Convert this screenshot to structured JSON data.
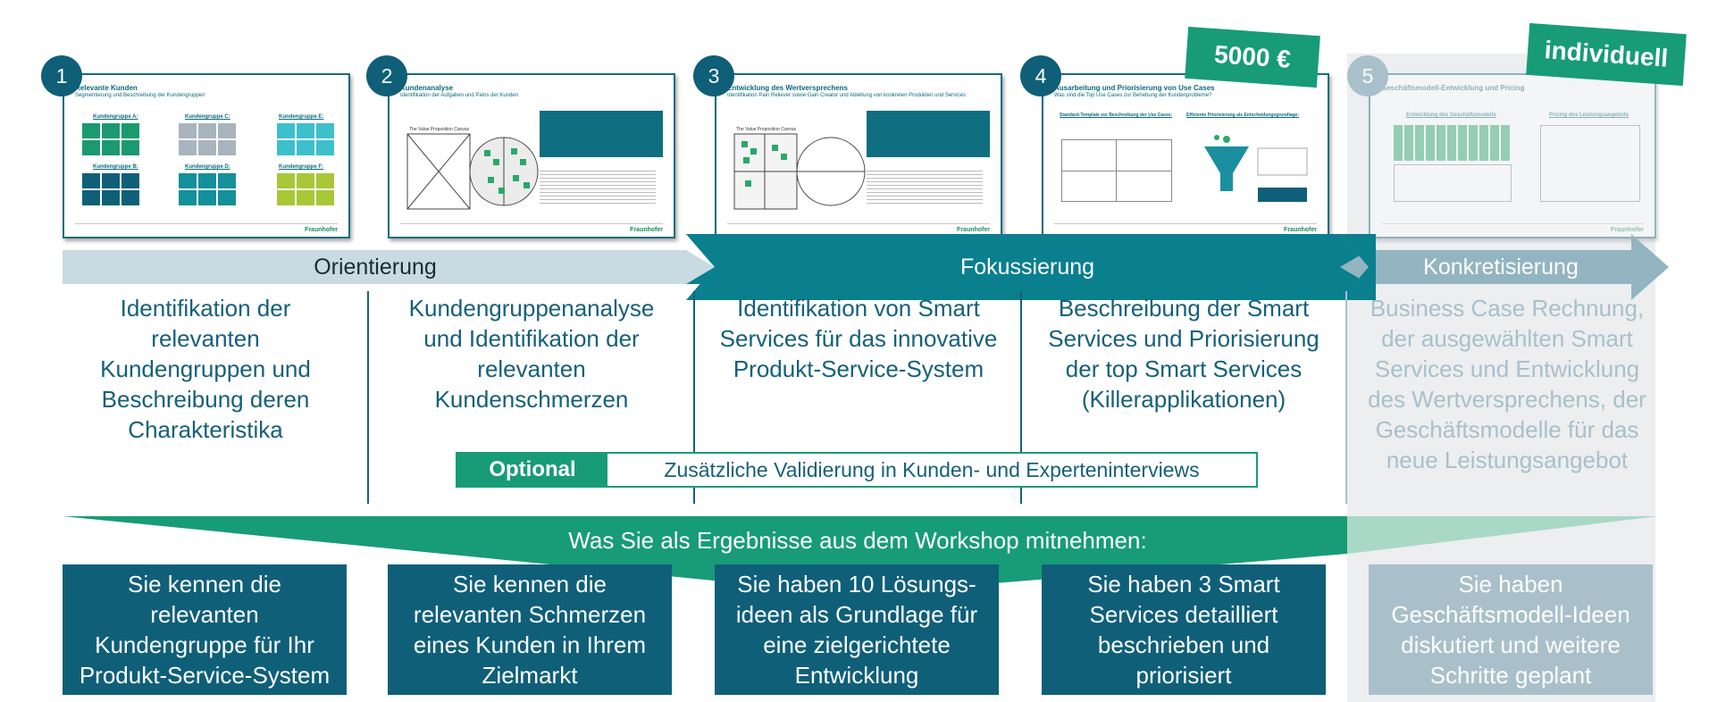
{
  "colors": {
    "dark_teal": "#0f5f79",
    "teal": "#0a7f8e",
    "green": "#179c77",
    "light_blue_grey": "#c8dbe2",
    "muted": "#a9c0ca"
  },
  "steps": [
    {
      "number": "1",
      "thumb_title": "Relevante Kunden",
      "thumb_subtitle": "Segmentierung und Beschreibung der Kundengruppen",
      "description": [
        "Identifikation der",
        "relevanten",
        "Kundengruppen und",
        "Beschreibung deren",
        "Charakteristika"
      ],
      "result": [
        "Sie kennen die",
        "relevanten",
        "Kundengruppe für Ihr",
        "Produkt-Service-System"
      ]
    },
    {
      "number": "2",
      "thumb_title": "Kundenanalyse",
      "thumb_subtitle": "Identifikation der Aufgaben und Pains der Kunden",
      "description": [
        "Kundengruppenanalyse",
        "und Identifikation der",
        "relevanten",
        "Kundenschmerzen"
      ],
      "result": [
        "Sie kennen die",
        "relevanten Schmerzen",
        "eines Kunden in Ihrem",
        "Zielmarkt"
      ]
    },
    {
      "number": "3",
      "thumb_title": "Entwicklung des Wertversprechens",
      "thumb_subtitle": "Identifikation Pain Reliever sowie Gain Creator und Ableitung von konkreten Produkten und Services",
      "description": [
        "Identifikation von Smart",
        "Services für das innovative",
        "Produkt-Service-System"
      ],
      "result": [
        "Sie haben 10 Lösungs-",
        "ideen als Grundlage für",
        "eine zielgerichtete",
        "Entwicklung"
      ]
    },
    {
      "number": "4",
      "thumb_title": "Ausarbeitung und Priorisierung von Use Cases",
      "thumb_subtitle": "Was sind die Top Use Cases zur Behebung der Kundenprobleme?",
      "description": [
        "Beschreibung der Smart",
        "Services und Priorisierung",
        "der top Smart Services",
        "(Killerapplikationen)"
      ],
      "result": [
        "Sie haben 3 Smart",
        "Services detailliert",
        "beschrieben und",
        "priorisiert"
      ]
    },
    {
      "number": "5",
      "thumb_title": "Geschäftsmodell-Entwicklung und Pricing",
      "thumb_subtitle": "",
      "description": [
        "Business Case Rechnung,",
        "der ausgewählten Smart",
        "Services und Entwicklung",
        "des Wertversprechens, der",
        "Geschäftsmodelle für das",
        "neue Leistungsangebot"
      ],
      "result": [
        "Sie haben",
        "Geschäftsmodell-Ideen",
        "diskutiert und weitere",
        "Schritte geplant"
      ]
    }
  ],
  "thumb_texts": {
    "logo": "Fraunhofer",
    "kundengruppen": [
      "Kundengruppe A:",
      "Kundengruppe C:",
      "Kundengruppe E:",
      "Kundengruppe B:",
      "Kundengruppe D:",
      "Kundengruppe F:"
    ],
    "canvas_label": "The Value Proposition Canvas",
    "s4_left_heading": "Standard-Template zur Beschreibung der Use Cases:",
    "s4_right_heading": "Effiziente Priorisierung als Entscheidungsgrundlage:",
    "s5_left_heading": "Entwicklung des Geschäftsmodells",
    "s5_right_heading": "Pricing des Leistungsangebots"
  },
  "phases": [
    "Orientierung",
    "Fokussierung",
    "Konkretisierung"
  ],
  "prices": [
    "5000 €",
    "individuell"
  ],
  "optional": {
    "label": "Optional",
    "text": "Zusätzliche Validierung in Kunden- und Experteninterviews"
  },
  "results_heading": "Was Sie als Ergebnisse aus dem Workshop mitnehmen:"
}
